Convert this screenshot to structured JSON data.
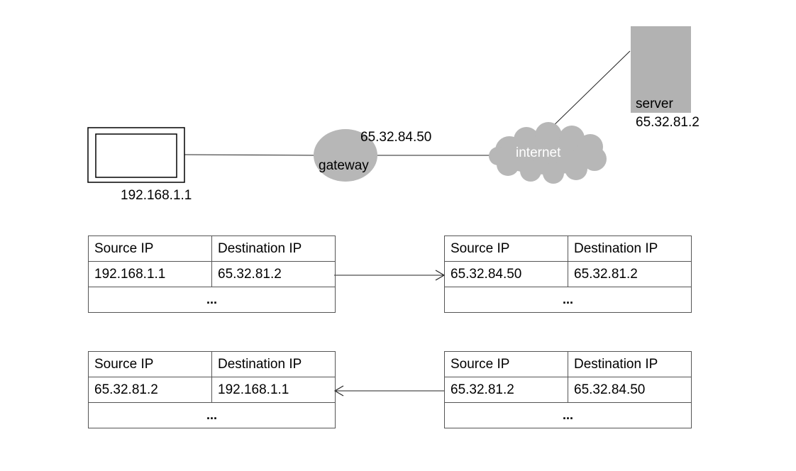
{
  "colors": {
    "cloud": "#b7b7b7",
    "server": "#b2b2b2",
    "line": "#222222"
  },
  "nodes": {
    "client": {
      "ip": "192.168.1.1",
      "icon": "monitor-icon"
    },
    "gateway": {
      "label": "gateway",
      "ip": "65.32.84.50",
      "icon": "gateway-ellipse-icon"
    },
    "internet": {
      "label": "internet",
      "icon": "cloud-icon"
    },
    "server": {
      "label": "server",
      "ip": "65.32.81.2",
      "icon": "server-icon"
    }
  },
  "packets": {
    "outgoing_before": {
      "headers": [
        "Source IP",
        "Destination IP"
      ],
      "source": "192.168.1.1",
      "destination": "65.32.81.2",
      "more": "..."
    },
    "outgoing_after": {
      "headers": [
        "Source IP",
        "Destination IP"
      ],
      "source": "65.32.84.50",
      "destination": "65.32.81.2",
      "more": "..."
    },
    "incoming_after": {
      "headers": [
        "Source IP",
        "Destination IP"
      ],
      "source": "65.32.81.2",
      "destination": "192.168.1.1",
      "more": "..."
    },
    "incoming_before": {
      "headers": [
        "Source IP",
        "Destination IP"
      ],
      "source": "65.32.81.2",
      "destination": "65.32.84.50",
      "more": "..."
    }
  }
}
